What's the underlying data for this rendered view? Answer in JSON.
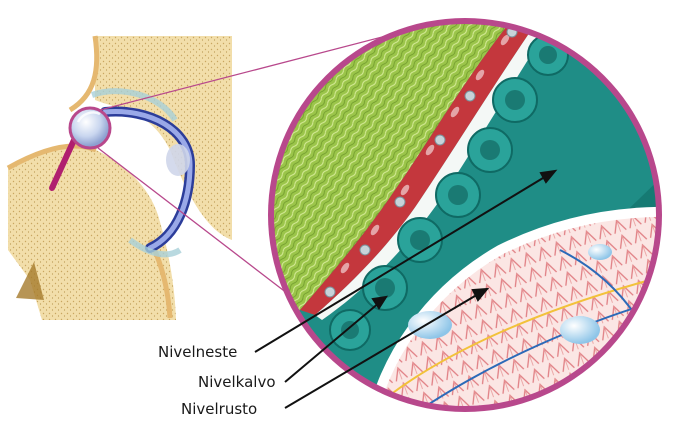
{
  "labels": {
    "synovial_fluid": "Nivelneste",
    "synovial_membrane": "Nivelkalvo",
    "cartilage": "Nivelrusto"
  },
  "colors": {
    "bone": "#f2deaa",
    "bone_dots": "#c9a660",
    "magnifier_frame": "#b8488c",
    "muscle": "#9bc54a",
    "membrane_red": "#c4373d",
    "synovial_teal": "#1f8d86",
    "cartilage_pink": "#e88c8c",
    "capsule_blue": "#5f72c4"
  }
}
